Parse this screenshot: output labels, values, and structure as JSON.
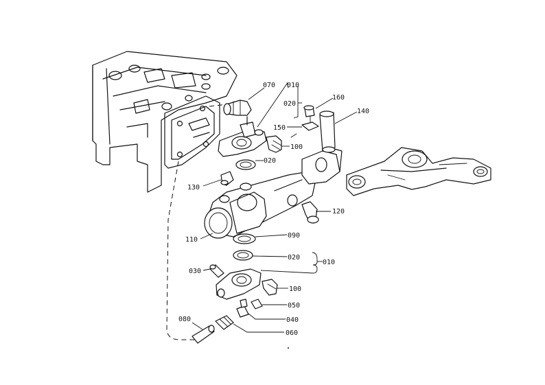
{
  "labels": {
    "p070": "070",
    "p010_top": "010",
    "p020_top_bracket": "020",
    "p160": "160",
    "p140": "140",
    "p150": "150",
    "p100_top": "100",
    "p020_top": "020",
    "p130": "130",
    "p120": "120",
    "p110": "110",
    "p090": "090",
    "p020_bottom": "020",
    "p010_bottom": "010",
    "p030": "030",
    "p100_bottom": "100",
    "p050": "050",
    "p040": "040",
    "p080": "080",
    "p060": "060"
  }
}
